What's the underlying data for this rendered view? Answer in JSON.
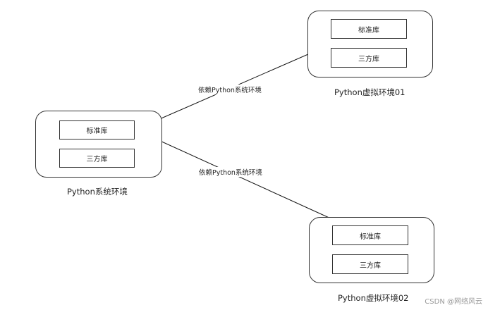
{
  "environments": {
    "system": {
      "label": "Python系统环境",
      "libs": {
        "std": "标准库",
        "third": "三方库"
      }
    },
    "venv01": {
      "label": "Python虚拟环境01",
      "libs": {
        "std": "标准库",
        "third": "三方库"
      }
    },
    "venv02": {
      "label": "Python虚拟环境02",
      "libs": {
        "std": "标准库",
        "third": "三方库"
      }
    }
  },
  "edges": {
    "venv01_to_system": "依赖Python系统环境",
    "venv02_to_system": "依赖Python系统环境"
  },
  "watermark": "CSDN @网络风云"
}
